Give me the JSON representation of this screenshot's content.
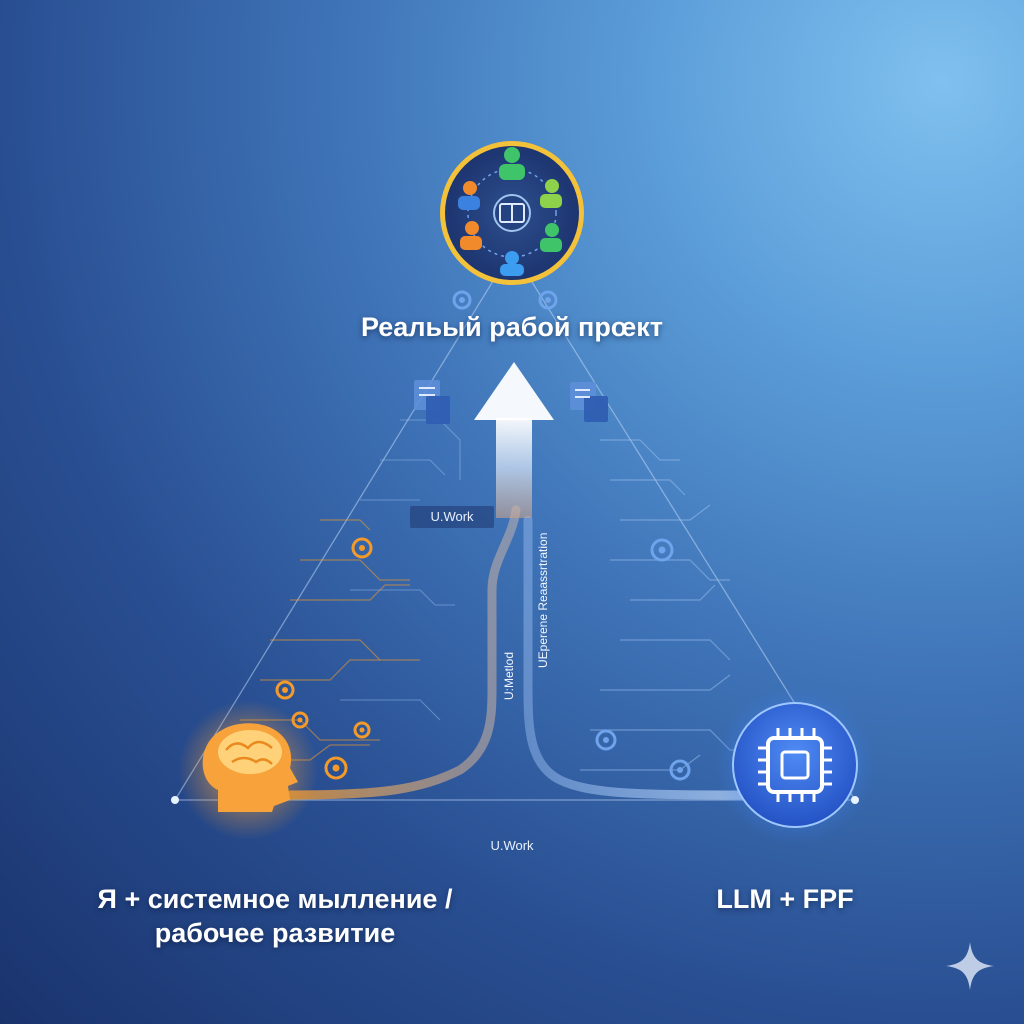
{
  "labels": {
    "top": "Реальый рабой прœкт",
    "bottom_left_line1": "Я + системное мылление /",
    "bottom_left_line2": "рабочее развитие",
    "bottom_right": "LLM + FPF"
  },
  "path_labels": {
    "work_tag": "U.Work",
    "work_bottom": "U.Work",
    "method_vertical": "U:Metlod",
    "ops_vertical": "UEperene Reaassrtration"
  },
  "icons": {
    "top_node": "team-circle-icon",
    "bottom_left_node": "brain-head-icon",
    "bottom_right_node": "chip-icon",
    "corner": "sparkle-icon"
  },
  "colors": {
    "accent_orange": "#f39a2a",
    "accent_blue": "#3e7fe0",
    "line_light": "#bcd6f5"
  }
}
